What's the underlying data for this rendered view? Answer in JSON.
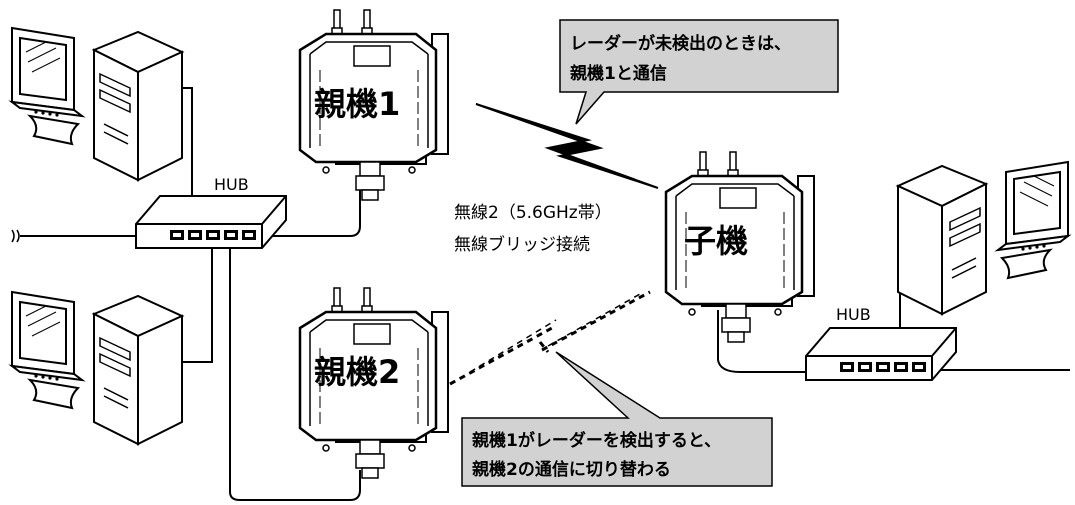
{
  "devices": {
    "parent1": "親機1",
    "parent2": "親機2",
    "child": "子機"
  },
  "hubs": {
    "left": "HUB",
    "right": "HUB"
  },
  "wireless": {
    "band": "無線2（5.6GHz帯）",
    "mode": "無線ブリッジ接続"
  },
  "callouts": {
    "top": [
      "レーダーが未検出のときは、",
      "親機1と通信"
    ],
    "bottom": [
      "親機1がレーダーを検出すると、",
      "親機2の通信に切り替わる"
    ]
  }
}
